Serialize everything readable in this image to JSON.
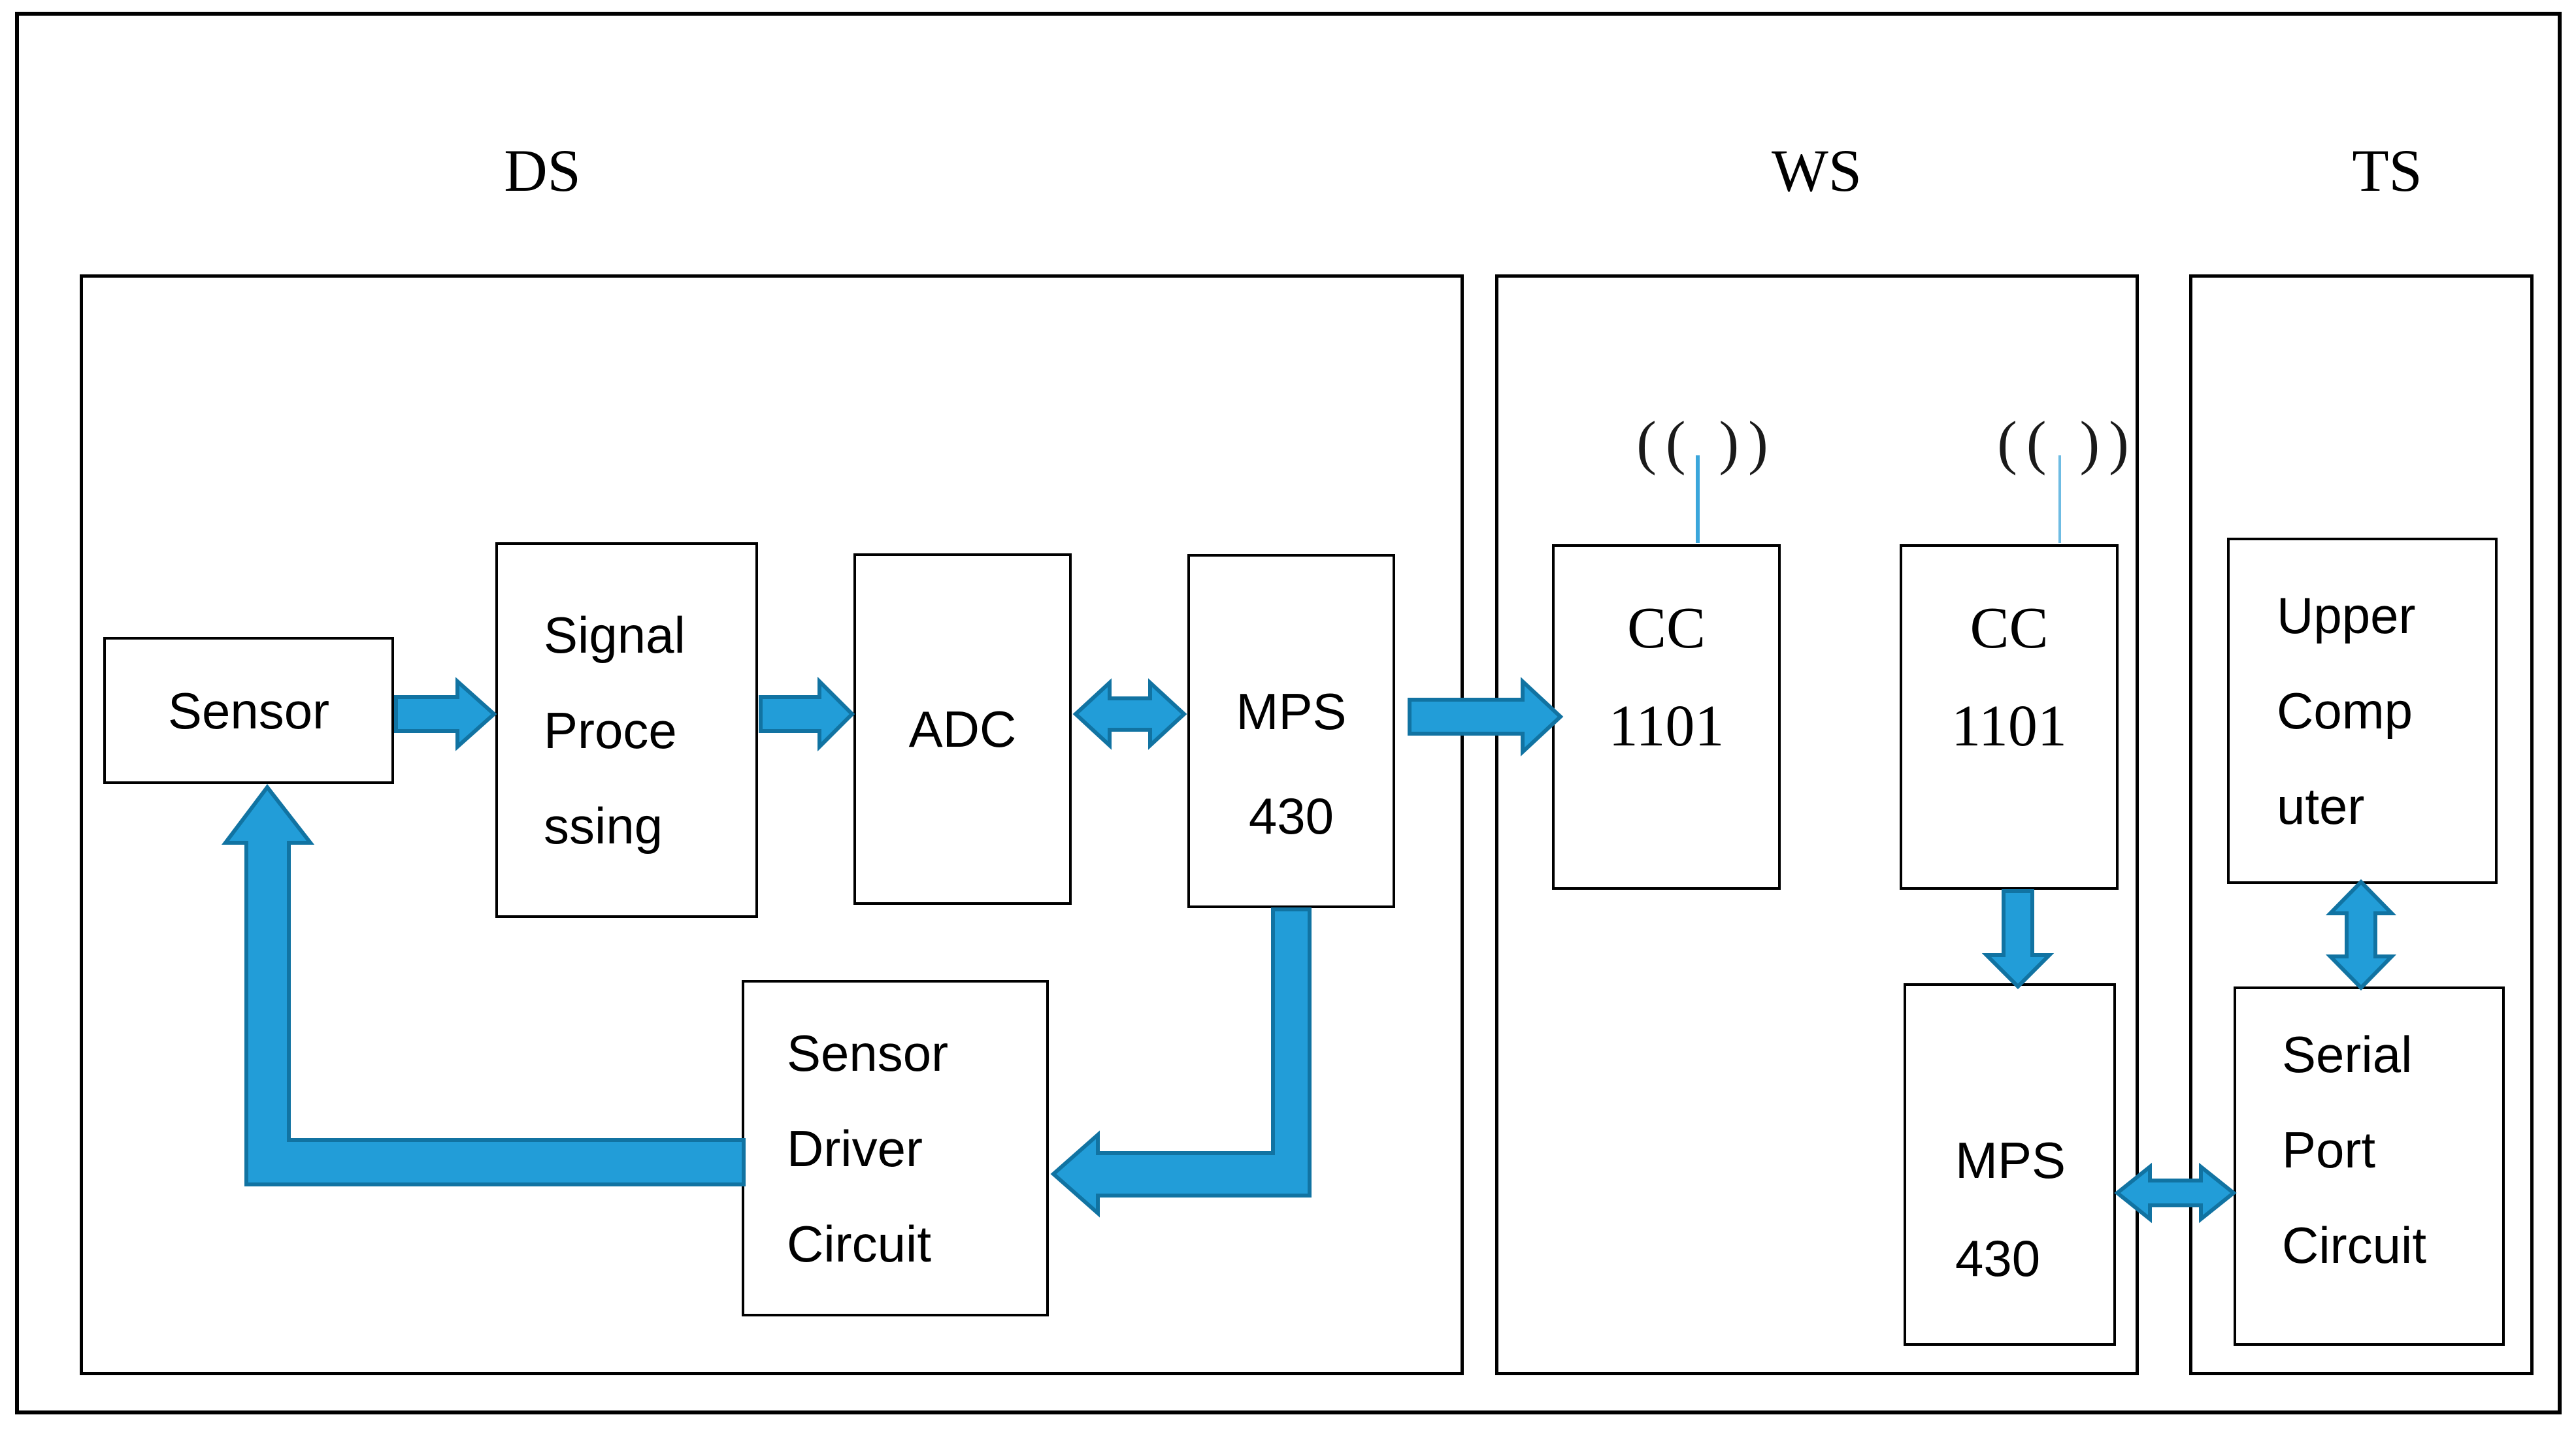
{
  "diagram": {
    "sections": [
      {
        "id": "ds",
        "label": "DS"
      },
      {
        "id": "ws",
        "label": "WS"
      },
      {
        "id": "ts",
        "label": "TS"
      }
    ],
    "blocks": {
      "sensor": {
        "lines": [
          "Sensor"
        ]
      },
      "signal_processing": {
        "lines": [
          "Signal",
          "Proce",
          "ssing"
        ]
      },
      "adc": {
        "lines": [
          "ADC"
        ]
      },
      "mps430_ds": {
        "lines": [
          "MPS",
          "430"
        ]
      },
      "sensor_driver_circuit": {
        "lines": [
          "Sensor",
          "Driver",
          "Circuit"
        ]
      },
      "cc1101_left": {
        "lines": [
          "CC",
          "1101"
        ]
      },
      "cc1101_right": {
        "lines": [
          "CC",
          "1101"
        ]
      },
      "mps430_ws": {
        "lines": [
          "MPS",
          "430"
        ]
      },
      "upper_computer": {
        "lines": [
          "Upper",
          "Comp",
          "uter"
        ]
      },
      "serial_port_circuit": {
        "lines": [
          "Serial",
          "Port",
          "Circuit"
        ]
      }
    },
    "antenna_symbol": "(( ))",
    "connections": [
      {
        "from": "Sensor",
        "to": "Signal Processing",
        "style": "arrow-right"
      },
      {
        "from": "Signal Processing",
        "to": "ADC",
        "style": "arrow-right"
      },
      {
        "from": "ADC",
        "to": "MPS 430 (DS)",
        "style": "arrow-both"
      },
      {
        "from": "MPS 430 (DS)",
        "to": "CC 1101 (left)",
        "style": "arrow-right"
      },
      {
        "from": "CC 1101 (right)",
        "to": "MPS 430 (WS)",
        "style": "arrow-down"
      },
      {
        "from": "MPS 430 (WS)",
        "to": "Serial Port Circuit",
        "style": "arrow-both"
      },
      {
        "from": "Upper Computer",
        "to": "Serial Port Circuit",
        "style": "arrow-both"
      },
      {
        "from": "MPS 430 (DS)",
        "to": "Sensor Driver Circuit",
        "style": "bent-arrow-down-left"
      },
      {
        "from": "Sensor Driver Circuit",
        "to": "Sensor",
        "style": "bent-arrow-left-up"
      }
    ],
    "colors": {
      "background": "#FFFFFF",
      "box_border": "#000000",
      "arrow_fill": "#229DD8",
      "arrow_stroke": "#1173A2",
      "antenna_line": "#3BA6DB",
      "antenna_line_light": "#6FBCE3",
      "text": "#000000"
    }
  }
}
